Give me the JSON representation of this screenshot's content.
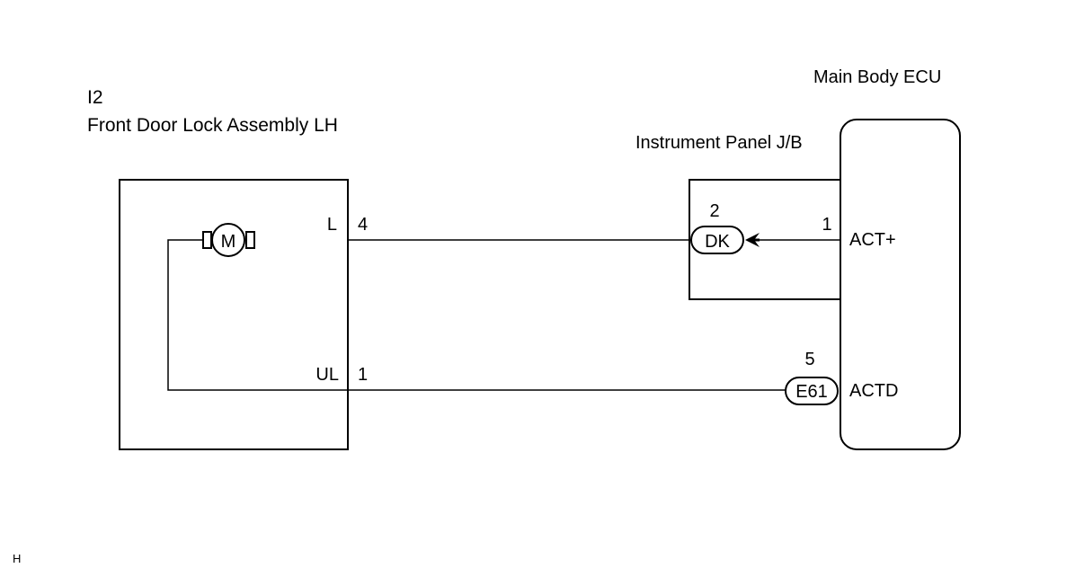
{
  "components": {
    "door_lock": {
      "code": "I2",
      "name": "Front Door Lock Assembly LH",
      "motor_symbol": "M",
      "pins": [
        {
          "label": "L",
          "number": "4"
        },
        {
          "label": "UL",
          "number": "1"
        }
      ]
    },
    "junction_block": {
      "name": "Instrument Panel J/B",
      "connector": {
        "code": "DK",
        "pin": "2"
      }
    },
    "ecu": {
      "name": "Main Body ECU",
      "pins": [
        {
          "label": "ACT+",
          "number": "1"
        },
        {
          "label": "ACTD",
          "number": "5",
          "connector": "E61"
        }
      ]
    }
  },
  "diagram_code": "H",
  "colors": {
    "line": "#000000",
    "background": "#ffffff"
  }
}
